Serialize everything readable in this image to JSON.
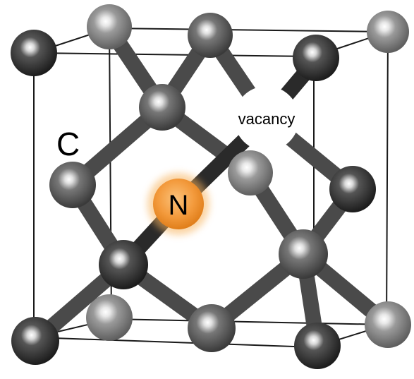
{
  "labels": {
    "carbon": "C",
    "nitrogen": "N",
    "vacancy": "vacancy"
  },
  "colors": {
    "background": "#ffffff",
    "cell_edge": "#1a1a1a",
    "bond": "#4a4a4a",
    "bond_dark": "#2a2a2a",
    "atom_dark": "#2f2f2f",
    "atom_mid": "#555555",
    "atom_light": "#8a8a8a",
    "nitrogen_fill": "#f39a3c",
    "nitrogen_glow": "#f7b25c",
    "vacancy_fill": "#ffffff",
    "text": "#000000"
  }
}
